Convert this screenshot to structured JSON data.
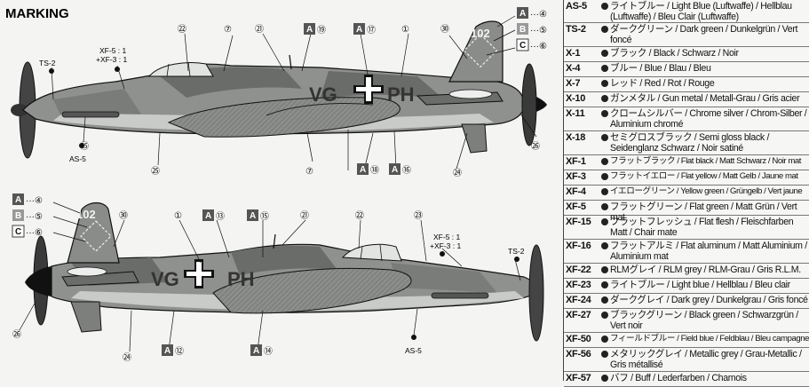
{
  "title": "MARKING",
  "callouts": {
    "xf5": "XF-5 : 1",
    "xf3": "+XF-3 : 1",
    "ts2": "TS-2",
    "as5": "AS-5",
    "a": "A",
    "b": "B",
    "c": "C",
    "a_dots": "···④",
    "b_dots": "···⑤",
    "c_dots": "···⑥"
  },
  "aircraft_code": {
    "fuselage_left": "VG",
    "fuselage_right": "PH",
    "tail_number": "102"
  },
  "part_numbers": {
    "n1": "①",
    "n4": "④",
    "n5": "⑤",
    "n6": "⑥",
    "n7": "⑦",
    "n12": "⑫",
    "n13": "⑬",
    "n14": "⑭",
    "n15": "⑮",
    "n16": "⑯",
    "n17": "⑰",
    "n18": "⑱",
    "n19": "⑲",
    "n21": "㉑",
    "n22": "㉒",
    "n23": "㉓",
    "n24": "㉔",
    "n25": "㉕",
    "n26": "㉖",
    "n30": "㉚"
  },
  "legend": [
    {
      "code": "AS-5",
      "text": "ライトブルー / Light Blue (Luftwaffe) / Hellblau (Luftwaffe) / Bleu Clair (Luftwaffe)"
    },
    {
      "code": "TS-2",
      "text": "ダークグリーン / Dark green / Dunkelgrün / Vert foncé"
    },
    {
      "code": "X-1",
      "text": "ブラック / Black / Schwarz / Noir"
    },
    {
      "code": "X-4",
      "text": "ブルー / Blue / Blau / Bleu"
    },
    {
      "code": "X-7",
      "text": "レッド / Red / Rot / Rouge"
    },
    {
      "code": "X-10",
      "text": "ガンメタル / Gun metal / Metall-Grau / Gris acier"
    },
    {
      "code": "X-11",
      "text": "クロームシルバー / Chrome silver / Chrom-Silber / Aluminium chromé"
    },
    {
      "code": "X-18",
      "text": "セミグロスブラック / Semi gloss black / Seidenglanz Schwarz / Noir satiné"
    },
    {
      "code": "XF-1",
      "text": "フラットブラック / Flat black / Matt Schwarz / Noir mat"
    },
    {
      "code": "XF-3",
      "text": "フラットイエロー / Flat yellow / Matt Gelb / Jaune mat"
    },
    {
      "code": "XF-4",
      "text": "イエローグリーン / Yellow green / Grüngelb / Vert jaune"
    },
    {
      "code": "XF-5",
      "text": "フラットグリーン / Flat green / Matt Grün / Vert mat"
    },
    {
      "code": "XF-15",
      "text": "フラットフレッシュ / Flat flesh / Fleischfarben Matt / Chair mate"
    },
    {
      "code": "XF-16",
      "text": "フラットアルミ / Flat aluminum / Matt Aluminium / Aluminium mat"
    },
    {
      "code": "XF-22",
      "text": "RLMグレイ / RLM grey / RLM-Grau / Gris R.L.M."
    },
    {
      "code": "XF-23",
      "text": "ライトブルー / Light blue / Hellblau / Bleu clair"
    },
    {
      "code": "XF-24",
      "text": "ダークグレイ / Dark grey / Dunkelgrau / Gris foncé"
    },
    {
      "code": "XF-27",
      "text": "ブラックグリーン / Black green / Schwarzgrün / Vert noir"
    },
    {
      "code": "XF-50",
      "text": "フィールドブルー / Field blue / Feldblau / Bleu campagne"
    },
    {
      "code": "XF-56",
      "text": "メタリックグレイ / Metallic grey / Grau-Metallic / Gris métallisé"
    },
    {
      "code": "XF-57",
      "text": "バフ / Buff / Lederfarben / Chamois"
    }
  ],
  "colors": {
    "camo_dark": "#5b5d5a",
    "camo_light": "#a9aba8",
    "underside": "#d6d8d6",
    "line": "#1a1a1a"
  }
}
